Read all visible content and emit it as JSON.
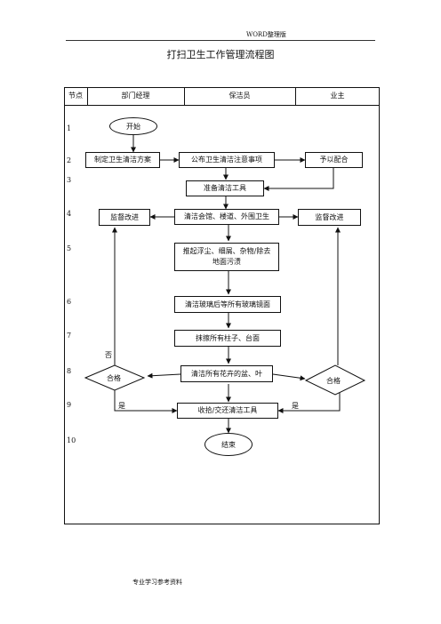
{
  "header": {
    "text": "WORD整理版"
  },
  "title": "打扫卫生工作管理流程图",
  "table": {
    "columns": [
      "节点",
      "部门经理",
      "保洁员",
      "业主"
    ],
    "node_numbers": [
      "1",
      "2",
      "3",
      "4",
      "5",
      "6",
      "7",
      "8",
      "9",
      "10"
    ]
  },
  "flow": {
    "start": "开始",
    "plan": "制定卫生清洁方案",
    "notice": "公布卫生清洁注意事项",
    "cooperate": "予以配合",
    "prepare_tools": "准备清洁工具",
    "supervise_left": "监督改进",
    "clean_hall": "清洁会馆、楼道、外围卫生",
    "supervise_right": "监督改进",
    "sweep_dust": "推起浮尘、细屑、杂物/除去地面污渍",
    "clean_glass": "清洁玻璃后等所有玻璃镜面",
    "wipe_pillars": "抹擦所有柱子、台面",
    "clean_plants": "清洁所有花卉的盆、叶",
    "qualified_left": "合格",
    "qualified_right": "合格",
    "no_label": "否",
    "yes_left": "是",
    "yes_right": "是",
    "return_tools": "收拾/交还清洁工具",
    "end": "结束"
  },
  "footer": "专业学习参考资料"
}
